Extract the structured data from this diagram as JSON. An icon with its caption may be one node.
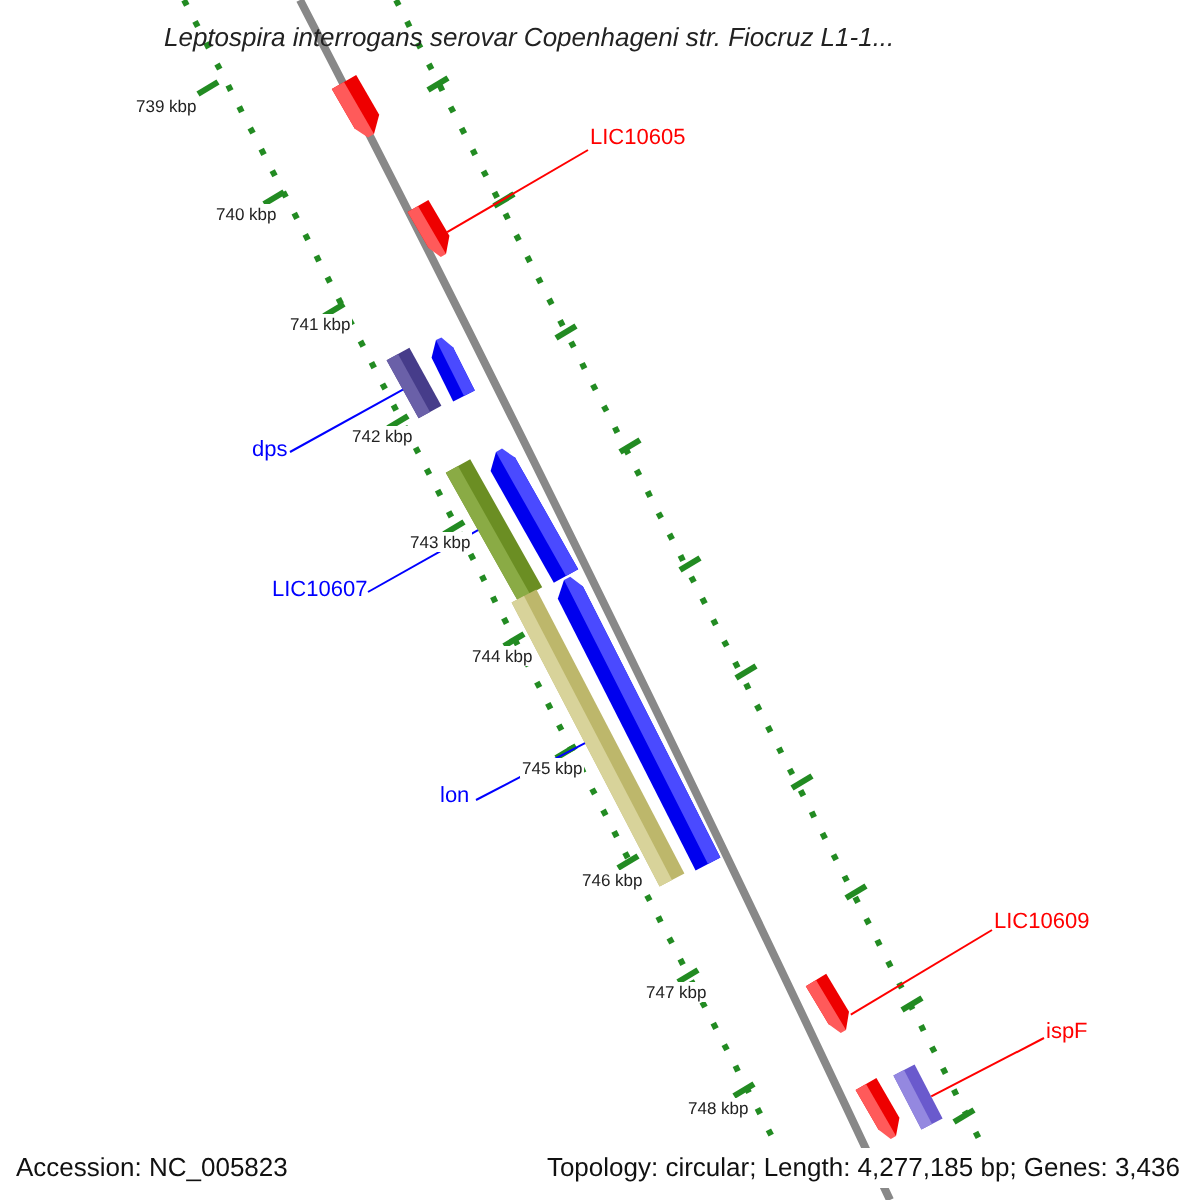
{
  "diagram": {
    "title": "Leptospira interrogans serovar Copenhageni str. Fiocruz L1-1...",
    "nodes": [
      {
        "text": [],
        "shape": "bar"
      },
      {
        "text": [],
        "shape": "bar"
      },
      {
        "text": [],
        "shape": "bar"
      },
      {
        "text": [],
        "shape": "bar"
      },
      {
        "text": [],
        "shape": "bar"
      },
      {
        "text": [],
        "shape": "bar"
      },
      {
        "text": [],
        "shape": "bar"
      },
      {
        "text": [],
        "shape": "bar"
      },
      {
        "text": [],
        "shape": "bar"
      },
      {
        "text": [],
        "shape": "bar"
      },
      {
        "text": [],
        "shape": "bar"
      },
      {
        "text": [
          "LIC10605"
        ]
      },
      {
        "text": [
          "dps"
        ]
      },
      {
        "text": [
          "LIC10607"
        ]
      },
      {
        "text": [
          "lon"
        ]
      },
      {
        "text": [
          "LIC10609"
        ]
      },
      {
        "text": [
          "ispF"
        ]
      }
    ],
    "edges": [
      {
        "from": 11,
        "to": 1,
        "arrow": "none",
        "color": "#ff0000"
      },
      {
        "from": 12,
        "to": 2,
        "arrow": "none",
        "color": "#0000ff"
      },
      {
        "from": 13,
        "to": 4,
        "arrow": "none",
        "color": "#0000ff"
      },
      {
        "from": 14,
        "to": 6,
        "arrow": "none",
        "color": "#0000ff"
      },
      {
        "from": 15,
        "to": 8,
        "arrow": "none",
        "color": "#ff0000"
      },
      {
        "from": 16,
        "to": 10,
        "arrow": "none",
        "color": "#ff0000"
      }
    ],
    "labels": [
      "739 kbp",
      "740 kbp",
      "741 kbp",
      "742 kbp",
      "743 kbp",
      "744 kbp",
      "745 kbp",
      "746 kbp",
      "747 kbp",
      "748 kbp",
      "Accession: NC_005823",
      "Topology: circular; Length: 4,277,185 bp; Genes: 3,436"
    ]
  }
}
